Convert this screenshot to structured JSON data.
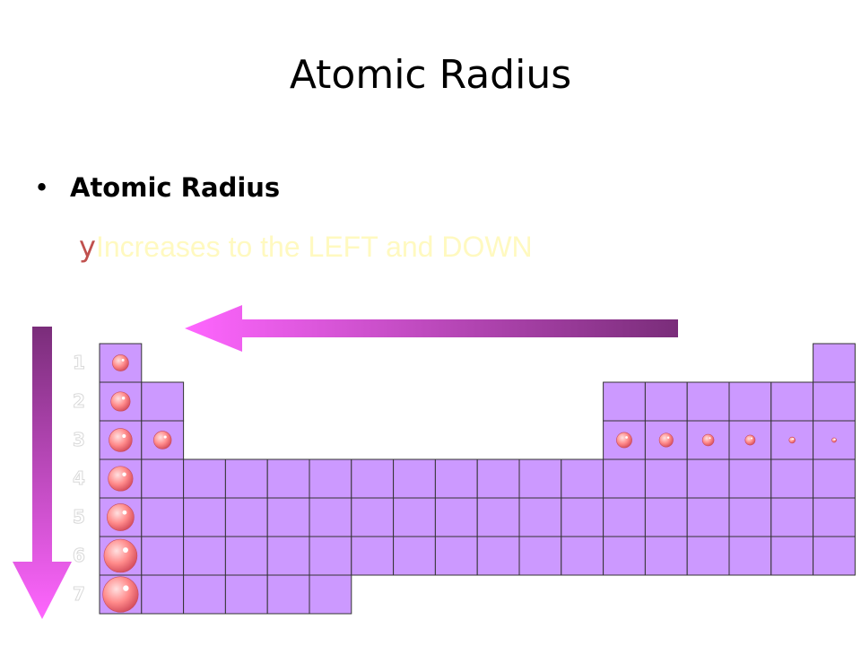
{
  "slide": {
    "title": "Atomic Radius",
    "bullet_marker": "•",
    "bullet": "Atomic Radius",
    "sub_marker": "y",
    "sub_text": "Increases to the LEFT and DOWN"
  },
  "colors": {
    "cell_fill": "#cc99ff",
    "cell_stroke": "#333333",
    "sub_text": "#fff9c0",
    "arrow_dark": "#7a2d7a",
    "arrow_light": "#ff66ff",
    "atom_light": "#ffe0e0",
    "atom_mid": "#ff8a8a",
    "atom_dark": "#d24a5a"
  },
  "period_numbers": [
    "1",
    "2",
    "3",
    "4",
    "5",
    "6",
    "7"
  ],
  "atoms": [
    {
      "period": 1,
      "group": 1,
      "size": 0.42
    },
    {
      "period": 2,
      "group": 1,
      "size": 0.5
    },
    {
      "period": 3,
      "group": 1,
      "size": 0.6
    },
    {
      "period": 3,
      "group": 2,
      "size": 0.46
    },
    {
      "period": 4,
      "group": 1,
      "size": 0.64
    },
    {
      "period": 5,
      "group": 1,
      "size": 0.7
    },
    {
      "period": 6,
      "group": 1,
      "size": 0.86
    },
    {
      "period": 7,
      "group": 1,
      "size": 0.92
    },
    {
      "period": 3,
      "group": 13,
      "size": 0.4
    },
    {
      "period": 3,
      "group": 14,
      "size": 0.36
    },
    {
      "period": 3,
      "group": 15,
      "size": 0.3
    },
    {
      "period": 3,
      "group": 16,
      "size": 0.26
    },
    {
      "period": 3,
      "group": 17,
      "size": 0.16
    },
    {
      "period": 3,
      "group": 18,
      "size": 0.12
    }
  ]
}
